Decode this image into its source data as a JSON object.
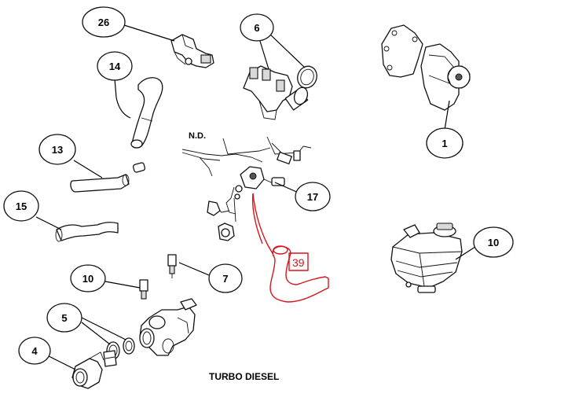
{
  "callouts": {
    "c26": "26",
    "c6": "6",
    "c14": "14",
    "c1": "1",
    "c13": "13",
    "c17": "17",
    "c15": "15",
    "c10_right": "10",
    "c10_left": "10",
    "c7": "7",
    "c5": "5",
    "c4": "4"
  },
  "highlight": {
    "label": "39",
    "color": "#d9141b"
  },
  "nd_label": "N.D.",
  "caption": "TURBO DIESEL"
}
